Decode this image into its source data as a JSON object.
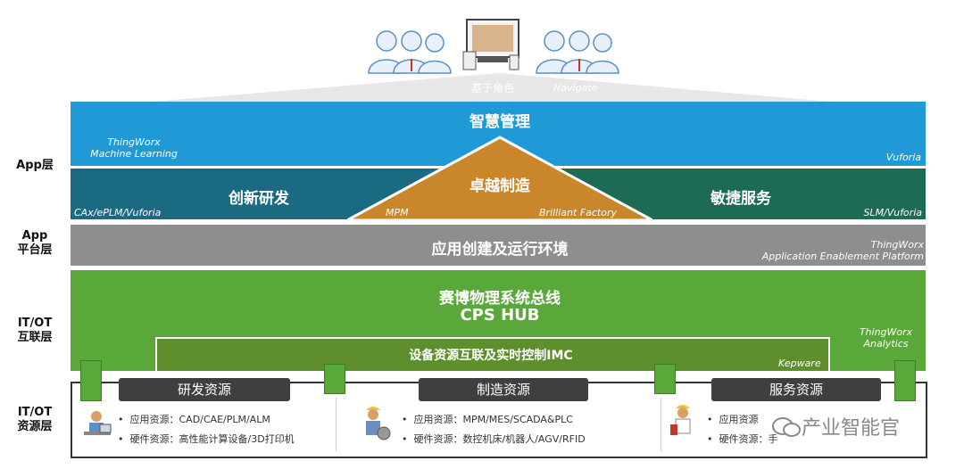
{
  "top": {
    "role_label": "基于角色",
    "navigate_label": "Navigate"
  },
  "layers": {
    "app": "App层",
    "app_platform": "App\n平台层",
    "itot_interconnect": "IT/OT\n互联层",
    "itot_resource": "IT/OT\n资源层"
  },
  "smart_mgmt": {
    "title": "智慧管理",
    "note_left": "ThingWorx\nMachine Learning",
    "note_right": "Vuforia"
  },
  "innovation": {
    "title": "创新研发",
    "note": "CAx/ePLM/Vuforia"
  },
  "excellence": {
    "title": "卓越制造",
    "note_left": "MPM",
    "note_right": "Brilliant  Factory"
  },
  "agile": {
    "title": "敏捷服务",
    "note": "SLM/Vuforia"
  },
  "platform": {
    "title": "应用创建及运行环境",
    "note": "ThingWorx\nApplication Enablement Platform"
  },
  "cps": {
    "title": "赛博物理系统总线",
    "subtitle": "CPS HUB",
    "note": "ThingWorx\nAnalytics"
  },
  "imc": {
    "title": "设备资源互联及实时控制IMC",
    "note": "Kepware"
  },
  "resources": [
    {
      "tab": "研发资源",
      "app": "应用资源：CAD/CAE/PLM/ALM",
      "hw": "硬件资源：高性能计算设备/3D打印机"
    },
    {
      "tab": "制造资源",
      "app": "应用资源：MPM/MES/SCADA&PLC",
      "hw": "硬件资源：数控机床/机器人/AGV/RFID"
    },
    {
      "tab": "服务资源",
      "app": "应用资源",
      "hw": "硬件资源：手"
    }
  ],
  "watermark": "产业智能官",
  "colors": {
    "smart_blue": "#1f9ad6",
    "teal": "#1a6b82",
    "dark_green": "#1d6b55",
    "orange": "#c9862b",
    "gray": "#8e8e8e",
    "green": "#5aa83a"
  }
}
